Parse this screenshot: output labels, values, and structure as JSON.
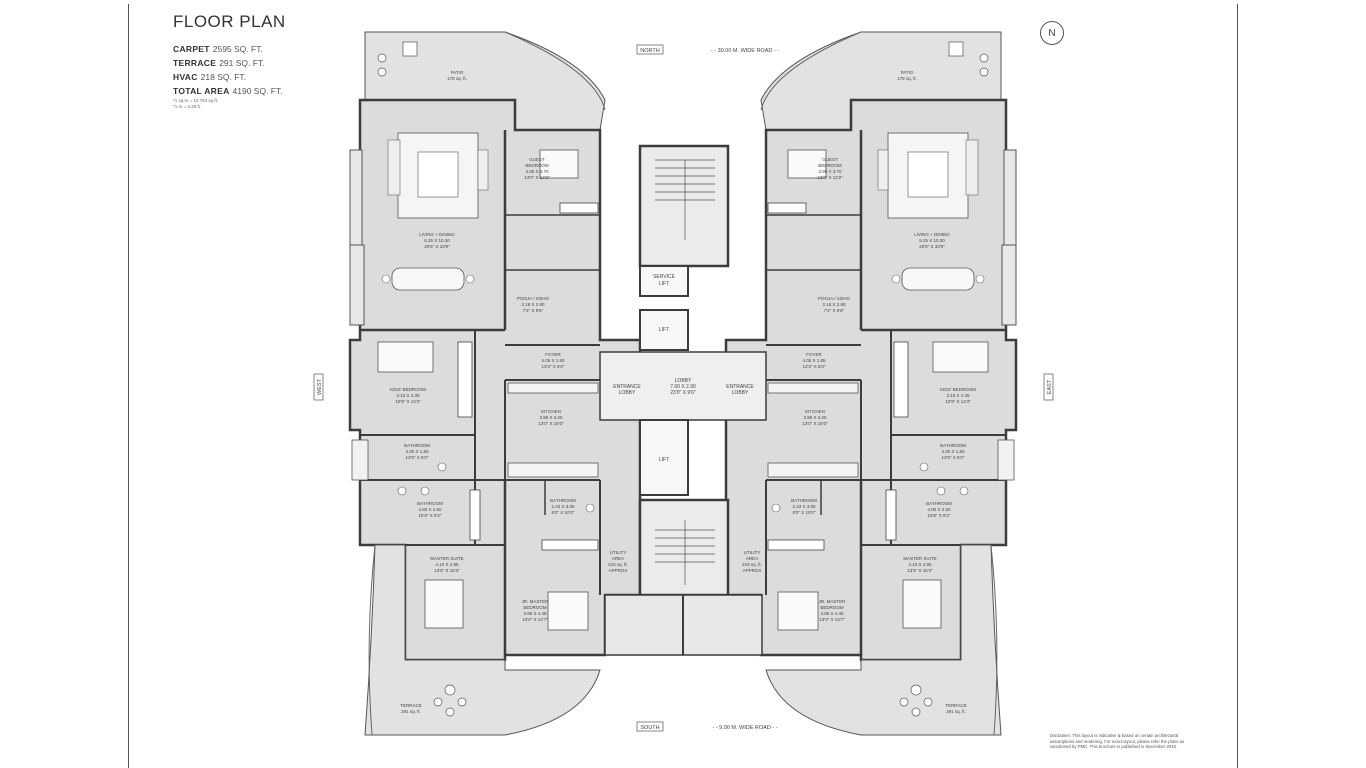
{
  "header": {
    "title": "FLOOR PLAN",
    "areas": [
      {
        "label": "CARPET",
        "value": "2595 SQ. FT."
      },
      {
        "label": "TERRACE",
        "value": "291 SQ. FT."
      },
      {
        "label": "HVAC",
        "value": "218 SQ. FT."
      },
      {
        "label": "TOTAL AREA",
        "value": "4190 SQ. FT."
      }
    ],
    "note_1": "*1 sq.m = 10.764 sq.ft.",
    "note_2": "*1 m = 3.28 ft."
  },
  "compass": "N",
  "roads": {
    "north_tag": "NORTH",
    "north_road": "- - 30.00 M. WIDE ROAD - -",
    "south_tag": "SOUTH",
    "south_road": "- - 9.00 M. WIDE ROAD - -",
    "west_tag": "WEST",
    "east_tag": "EAST"
  },
  "rooms_left": {
    "patio": [
      "PATIO",
      "178 sq. ft."
    ],
    "living": [
      "LIVING + DINING",
      "6.25 X 10.30",
      "20'6\" X 33'9\""
    ],
    "guest": [
      "GUEST",
      "BEDROOM",
      "3.95 X 3.70",
      "13'0\" X 12'2\""
    ],
    "pooja": [
      "POOJA / SOHO",
      "2.18 X 2.90",
      "7'2\" X 9'6\""
    ],
    "foyer": [
      "FOYER",
      "4.05 X 1.85",
      "13'3\" X 6'0\""
    ],
    "kids": [
      "KIDS' BEDROOM",
      "3.10 X 4.35",
      "10'9\" X 14'3\""
    ],
    "kitchen": [
      "KITCHEN",
      "3.95 X 4.25",
      "13'0\" X 15'0\""
    ],
    "bath1": [
      "BATHROOM",
      "4.20 X 1.80",
      "13'9\" X 6'0\""
    ],
    "bath2": [
      "BATHROOM",
      "4.80 X 2.50",
      "15'9\" X 8'2\""
    ],
    "bath3": [
      "BATHROOM",
      "2.43 X 3.05",
      "8'0\" X 10'0\""
    ],
    "master": [
      "MASTER SUITE",
      "4.10 X 4.95",
      "13'5\" X 16'3\""
    ],
    "jrmaster": [
      "JR. MASTER",
      "BEDROOM",
      "3.95 X 4.45",
      "13'0\" X 14'7\""
    ],
    "utility": [
      "UTILITY",
      "AREA",
      "218 sq. ft.",
      "APPROX"
    ],
    "terrace": [
      "TERRACE",
      "291 sq. ft."
    ]
  },
  "rooms_right": {
    "patio": [
      "PATIO",
      "178 sq. ft."
    ],
    "living": [
      "LIVING + DINING",
      "6.25 X 10.30",
      "20'6\" X 33'9\""
    ],
    "guest": [
      "GUEST",
      "BEDROOM",
      "3.95 X 3.70",
      "13'0\" X 12'2\""
    ],
    "pooja": [
      "POOJA / SOHO",
      "2.18 X 2.90",
      "7'2\" X 9'6\""
    ],
    "foyer": [
      "FOYER",
      "4.05 X 1.85",
      "13'3\" X 6'0\""
    ],
    "kids": [
      "KIDS' BEDROOM",
      "3.10 X 4.35",
      "10'9\" X 14'3\""
    ],
    "kitchen": [
      "KITCHEN",
      "3.95 X 4.25",
      "13'0\" X 15'0\""
    ],
    "bath1": [
      "BATHROOM",
      "4.20 X 1.80",
      "13'9\" X 6'0\""
    ],
    "bath2": [
      "BATHROOM",
      "4.80 X 2.50",
      "15'9\" X 8'2\""
    ],
    "bath3": [
      "BATHROOM",
      "2.43 X 3.05",
      "8'0\" X 10'0\""
    ],
    "master": [
      "MASTER SUITE",
      "4.10 X 4.95",
      "13'5\" X 16'3\""
    ],
    "jrmaster": [
      "JR. MASTER",
      "BEDROOM",
      "3.95 X 4.45",
      "13'0\" X 14'7\""
    ],
    "utility": [
      "UTILITY",
      "AREA",
      "218 sq. ft.",
      "APPROX"
    ],
    "terrace": [
      "TERRACE",
      "291 sq. ft."
    ]
  },
  "core": {
    "service_lift": [
      "SERVICE",
      "LIFT"
    ],
    "lift_top": "LIFT",
    "lift_bottom": "LIFT",
    "lobby": [
      "LOBBY",
      "7.00 X 2.90",
      "23'0\" X 9'6\""
    ],
    "entrance_left": [
      "ENTRANCE",
      "LOBBY"
    ],
    "entrance_right": [
      "ENTRANCE",
      "LOBBY"
    ]
  },
  "disclaimer": "Disclaimer: This layout is indicative & based on certain architectural assumptions and rendering. For exact layout, please refer the plans as sanctioned by PMC. This brochure is published in December 2016.",
  "colors": {
    "room_fill": "#dcdcdc",
    "wall": "#3c3c3c",
    "core_fill": "#ebebeb",
    "terrace_fill": "#e2e2e2"
  }
}
